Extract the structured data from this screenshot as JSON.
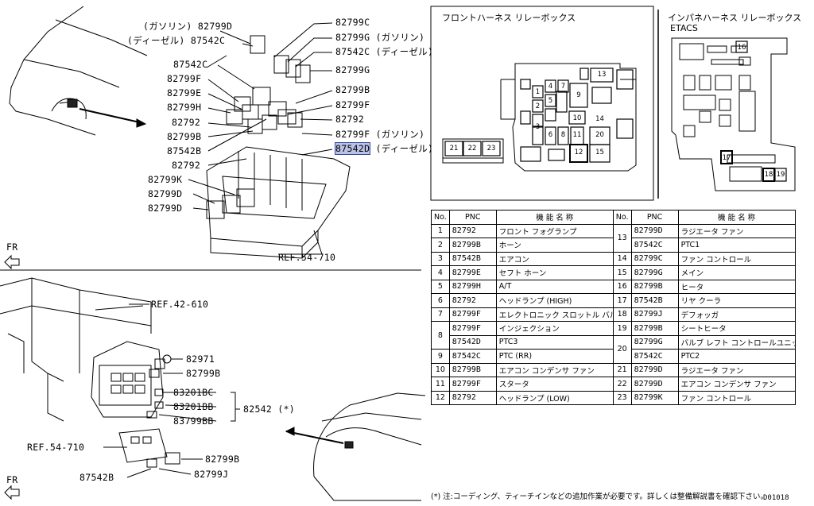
{
  "top_diagram": {
    "left_labels": [
      {
        "text": "(ガソリン) 82799D"
      },
      {
        "text": "(ディーゼル) 87542C"
      },
      {
        "text": "87542C"
      },
      {
        "text": "82799F"
      },
      {
        "text": "82799E"
      },
      {
        "text": "82799H"
      },
      {
        "text": "82792"
      },
      {
        "text": "82799B"
      },
      {
        "text": "87542B"
      },
      {
        "text": "82792"
      },
      {
        "text": "82799K"
      },
      {
        "text": "82799D"
      },
      {
        "text": "82799D"
      }
    ],
    "right_labels": [
      {
        "text": "82799C"
      },
      {
        "text": "82799G (ガソリン)"
      },
      {
        "text": "87542C (ディーゼル)"
      },
      {
        "text": "82799G"
      },
      {
        "text": "82799B"
      },
      {
        "text": "82799F"
      },
      {
        "text": "82792"
      },
      {
        "text": "82799F (ガソリン)"
      }
    ],
    "highlight_label": "87542D",
    "highlight_suffix": "(ディーゼル)",
    "ref_label": "REF.54-710",
    "fr_label": "FR"
  },
  "bottom_diagram": {
    "ref_top": "REF.42-610",
    "ref_left": "REF.54-710",
    "labels": [
      {
        "text": "82971"
      },
      {
        "text": "82799B"
      },
      {
        "text": "83201BC"
      },
      {
        "text": "83201BB"
      },
      {
        "text": "83799BB"
      },
      {
        "text": "82799B"
      },
      {
        "text": "82799J"
      },
      {
        "text": "87542B"
      }
    ],
    "group_label": "82542 (*)",
    "fr_label": "FR"
  },
  "panels": {
    "front_title": "フロントハーネス リレーボックス",
    "inpane_title": "インパネハーネス リレーボックス",
    "inpane_sub": "ETACS",
    "front_fuses": [
      "1",
      "2",
      "3",
      "4",
      "5",
      "6",
      "7",
      "8",
      "9",
      "10",
      "11",
      "12",
      "13",
      "14",
      "15",
      "20",
      "21",
      "22",
      "23"
    ],
    "inpane_fuses": [
      "16",
      "17",
      "18",
      "19"
    ]
  },
  "table": {
    "headers": {
      "no": "No.",
      "pnc": "PNC",
      "name": "機 能 名 称"
    },
    "left_rows": [
      {
        "no": "1",
        "pnc": "82792",
        "name": "フロント フォグランプ"
      },
      {
        "no": "2",
        "pnc": "82799B",
        "name": "ホーン"
      },
      {
        "no": "3",
        "pnc": "87542B",
        "name": "エアコン"
      },
      {
        "no": "4",
        "pnc": "82799E",
        "name": "セフト ホーン"
      },
      {
        "no": "5",
        "pnc": "82799H",
        "name": "A/T"
      },
      {
        "no": "6",
        "pnc": "82792",
        "name": "ヘッドランプ (HIGH)"
      },
      {
        "no": "7",
        "pnc": "82799F",
        "name": "エレクトロニック スロットル バルブ"
      },
      {
        "no": "8",
        "pnc": "82799F",
        "name": "インジェクション"
      },
      {
        "no": "",
        "pnc": "87542D",
        "name": "PTC3"
      },
      {
        "no": "9",
        "pnc": "87542C",
        "name": "PTC (RR)"
      },
      {
        "no": "10",
        "pnc": "82799B",
        "name": "エアコン コンデンサ ファン"
      },
      {
        "no": "11",
        "pnc": "82799F",
        "name": "スタータ"
      },
      {
        "no": "12",
        "pnc": "82792",
        "name": "ヘッドランプ (LOW)"
      }
    ],
    "right_rows": [
      {
        "no": "13",
        "pnc": "82799D",
        "name": "ラジエータ ファン"
      },
      {
        "no": "",
        "pnc": "87542C",
        "name": "PTC1"
      },
      {
        "no": "14",
        "pnc": "82799C",
        "name": "ファン コントロール"
      },
      {
        "no": "15",
        "pnc": "82799G",
        "name": "メイン"
      },
      {
        "no": "16",
        "pnc": "82799B",
        "name": "ヒータ"
      },
      {
        "no": "17",
        "pnc": "87542B",
        "name": "リヤ クーラ"
      },
      {
        "no": "18",
        "pnc": "82799J",
        "name": "デフォッガ"
      },
      {
        "no": "19",
        "pnc": "82799B",
        "name": "シートヒータ"
      },
      {
        "no": "20",
        "pnc": "82799G",
        "name": "バルブ レフト コントロールユニット"
      },
      {
        "no": "",
        "pnc": "87542C",
        "name": "PTC2"
      },
      {
        "no": "21",
        "pnc": "82799D",
        "name": "ラジエータ ファン"
      },
      {
        "no": "22",
        "pnc": "82799D",
        "name": "エアコン コンデンサ ファン"
      },
      {
        "no": "23",
        "pnc": "82799K",
        "name": "ファン コントロール"
      }
    ]
  },
  "footnote": "(*) 注:コーディング、ティーチインなどの追加作業が必要です。詳しくは整備解説書を確認下さい。",
  "diagram_code": "D01018"
}
